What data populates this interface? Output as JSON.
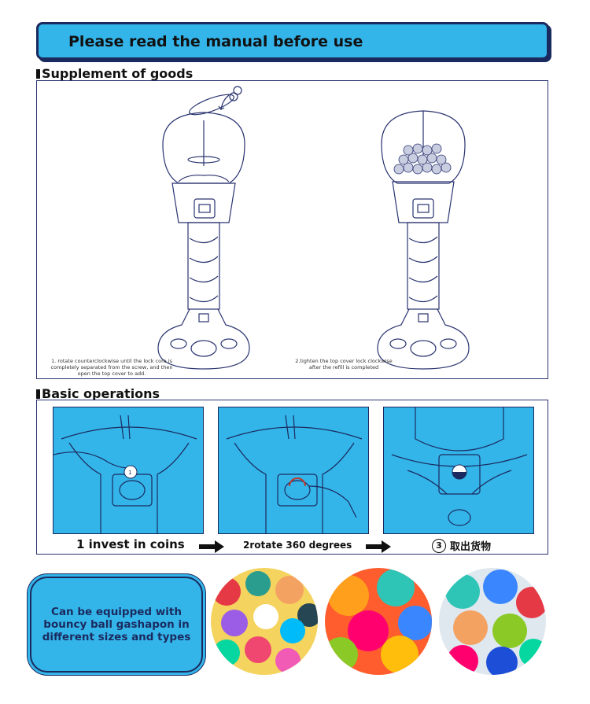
{
  "header": {
    "title": "Please read the manual before use"
  },
  "supplement": {
    "label": "Supplement of goods",
    "step1_caption": "1. rotate counterclockwise until the lock core is completely separated from the screw, and then open the top cover to add.",
    "step2_caption": "2.tighten the top cover lock clockwise after the refill is completed"
  },
  "operations": {
    "label": "Basic operations",
    "coin_mark": "1",
    "steps": [
      {
        "label": "1 invest in coins"
      },
      {
        "label": "2rotate 360 degrees"
      },
      {
        "label": "取出货物",
        "number": "3"
      }
    ]
  },
  "equipment": {
    "text": "Can be equipped with bouncy ball gashapon in different sizes and types"
  },
  "colors": {
    "accent": "#33b5ea",
    "outline": "#1b2a5e"
  }
}
